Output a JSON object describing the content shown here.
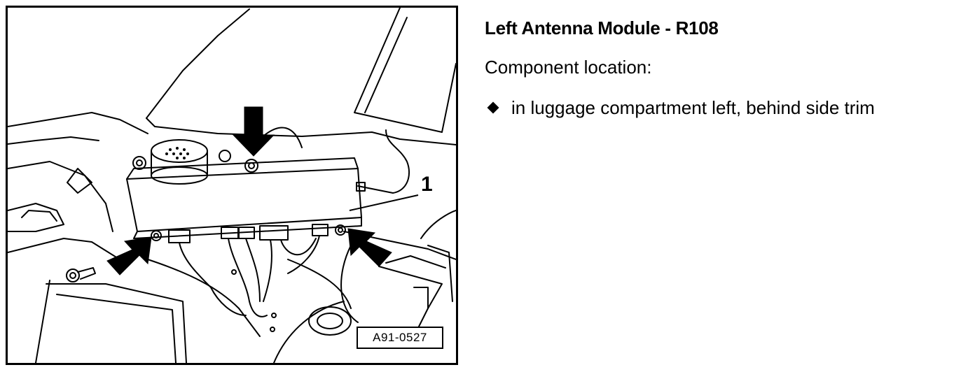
{
  "figure": {
    "reference_code": "A91-0527",
    "callout_number": "1",
    "illustration": "line-drawing of luggage compartment with antenna module and mounting arrows"
  },
  "content": {
    "title": "Left Antenna Module - R108",
    "subtitle": "Component location:",
    "bullets": [
      {
        "icon": "diamond-bullet-icon",
        "text": "in luggage compartment left, behind side trim"
      }
    ]
  },
  "colors": {
    "ink": "#000000",
    "paper": "#ffffff"
  }
}
